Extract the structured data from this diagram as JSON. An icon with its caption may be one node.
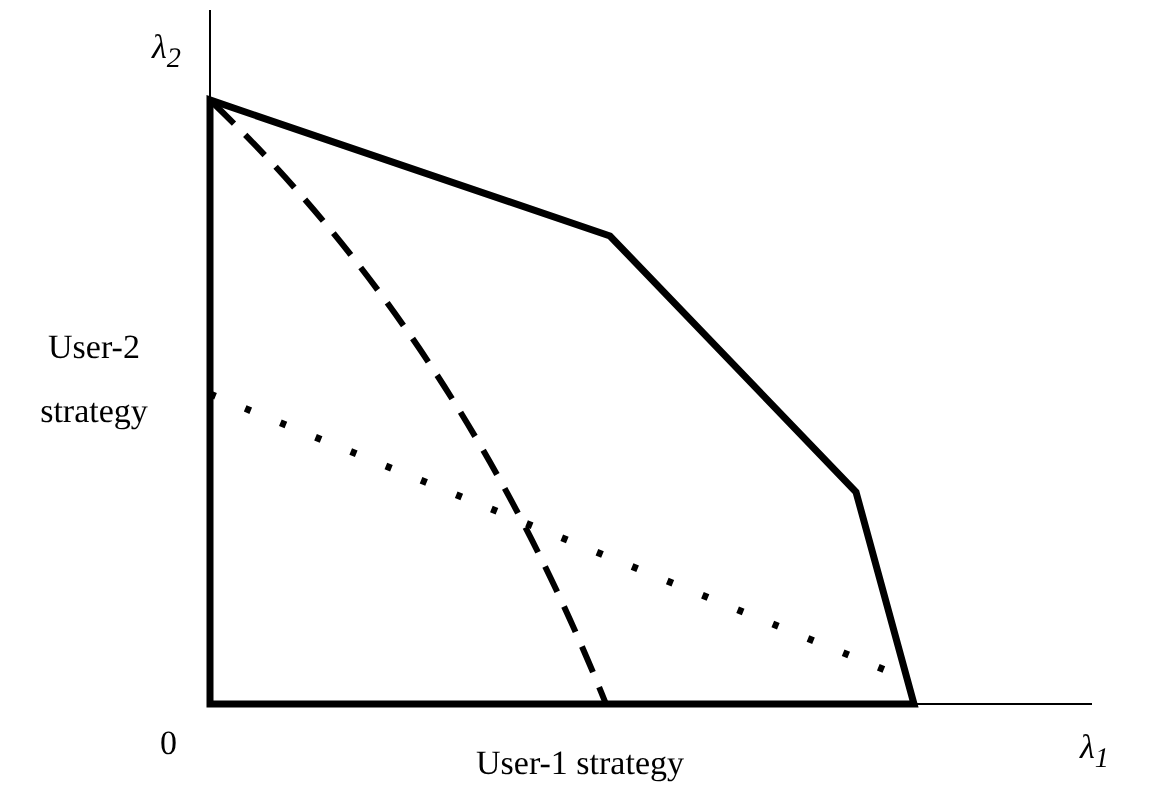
{
  "diagram": {
    "labels": [
      "λ$_{2}$",
      "User-2 strategy",
      "0",
      "User-1 strategy",
      "λ$_{1}$"
    ]
  }
}
